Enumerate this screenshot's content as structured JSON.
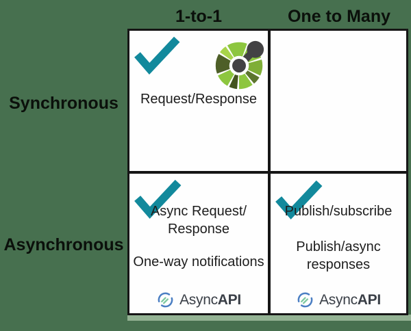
{
  "colors": {
    "background_green": "#47704F",
    "shadow_band_green": "#93B293",
    "check_teal": "#12899C",
    "grid_line": "#161616",
    "asyncapi_blue": "#4B7FC3",
    "asyncapi_green": "#7EC9A0",
    "openapi_bright_green": "#8DC63F",
    "openapi_dark_olive": "#4E5F28",
    "openapi_gray": "#434244"
  },
  "headers": {
    "col1": "1-to-1",
    "col2": "One to Many",
    "row1": "Synchronous",
    "row2": "Asynchronous"
  },
  "cells": {
    "sync_1to1": {
      "label": "Request/Response"
    },
    "sync_1tomany": {
      "label": ""
    },
    "async_1to1": {
      "line1": "Async Request/",
      "line2": "Response",
      "line3": "One-way notifications"
    },
    "async_1tomany": {
      "line1": "Publish/subscribe",
      "line2": "Publish/async",
      "line3": "responses"
    }
  },
  "logos": {
    "asyncapi_regular": "Async",
    "asyncapi_bold": "API"
  },
  "icons": {
    "checkmark": "teal check mark",
    "openapi": "openapi-gear-logo",
    "asyncapi": "asyncapi-circle-logo"
  }
}
